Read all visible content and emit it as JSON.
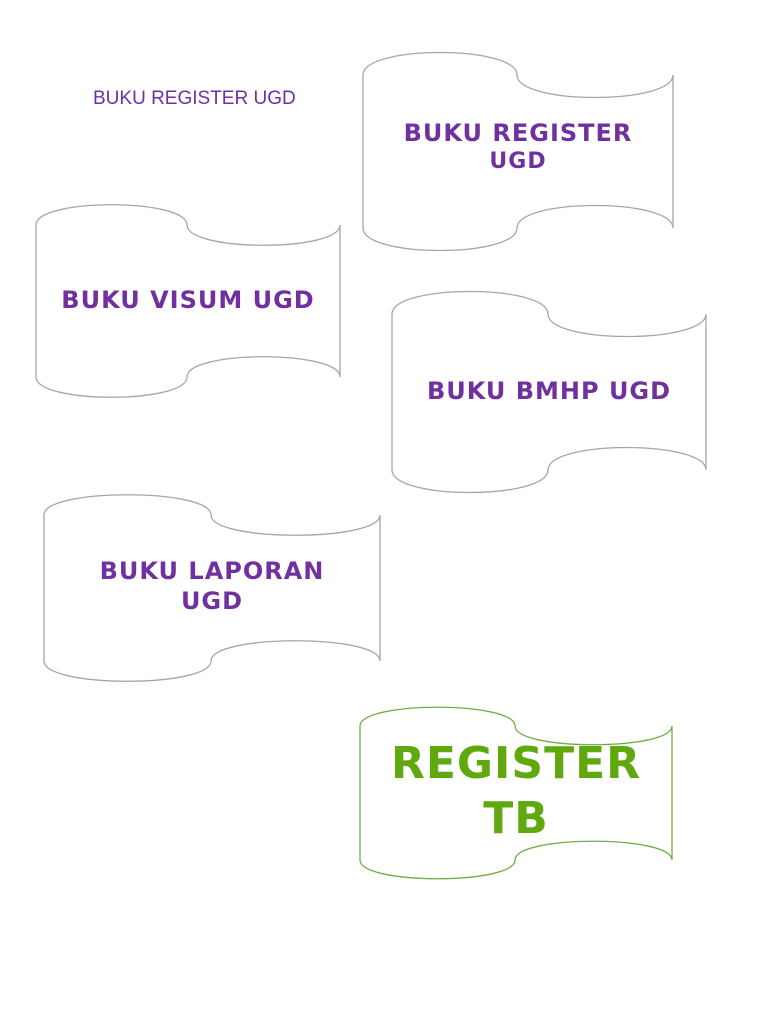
{
  "page_title": "BUKU REGISTER UGD",
  "colors": {
    "purple_text": "#7030a0",
    "green_text": "#5fa80e",
    "purple_stroke": "#a6a6a6",
    "green_stroke": "#70ad47"
  },
  "banners": {
    "register_ugd": {
      "line1": "BUKU REGISTER",
      "line2": "UGD"
    },
    "visum_ugd": {
      "line1": "BUKU VISUM UGD"
    },
    "bmhp_ugd": {
      "line1": "BUKU BMHP UGD"
    },
    "laporan_ugd": {
      "line1": "BUKU LAPORAN",
      "line2": "UGD"
    },
    "register_tb": {
      "line1": "REGISTER",
      "line2": "TB"
    }
  }
}
